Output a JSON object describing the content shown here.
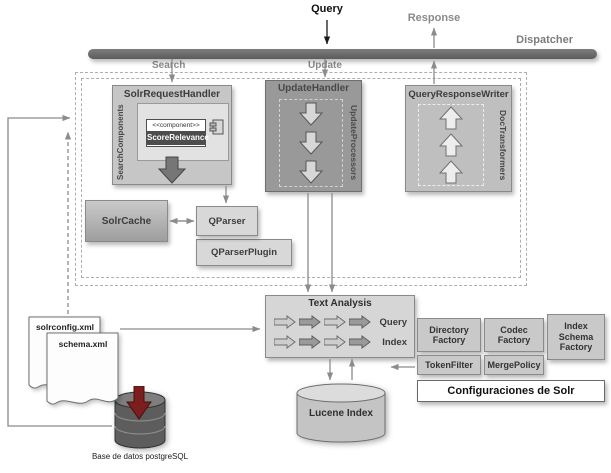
{
  "labels": {
    "query": "Query",
    "response": "Response",
    "dispatcher": "Dispatcher",
    "search": "Search",
    "update": "Update"
  },
  "handlers": {
    "request": {
      "title": "SolrRequestHandler",
      "side": "SearchComponents",
      "stereotype": "<<component>>",
      "component": "ScoreRelevance"
    },
    "update": {
      "title": "UpdateHandler",
      "side": "UpdateProcessors"
    },
    "response_writer": {
      "title": "QueryResponseWriter",
      "side": "DocTransformers"
    }
  },
  "parsing": {
    "cache": "SolrCache",
    "qparser": "QParser",
    "qparser_plugin": "QParserPlugin"
  },
  "text_analysis": {
    "title": "Text Analysis",
    "rows": [
      "Query",
      "Index"
    ]
  },
  "config": {
    "title": "Configuraciones de Solr",
    "boxes": [
      "Directory Factory",
      "Codec Factory",
      "Index Schema Factory",
      "TokenFilter",
      "MergePolicy"
    ]
  },
  "files": {
    "solrconfig": "solrconfig.xml",
    "schema": "schema.xml"
  },
  "storage": {
    "lucene": "Lucene Index",
    "postgres": "Base de datos postgreSQL"
  },
  "colors": {
    "dispatcher_bar": "#6c6c6c",
    "postgres_arrow_red": "#7c1e1e",
    "box_gray": "#c6c6c6",
    "dark_box_gray": "#999999"
  }
}
